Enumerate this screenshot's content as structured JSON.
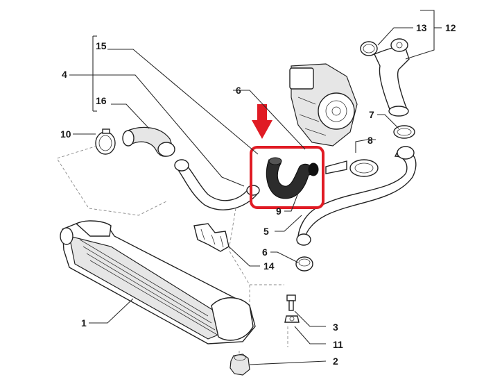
{
  "callouts": [
    "1",
    "2",
    "3",
    "4",
    "5",
    "6",
    "6",
    "7",
    "8",
    "9",
    "10",
    "11",
    "12",
    "13",
    "14",
    "15",
    "16"
  ],
  "highlight": {
    "color": "#e01b24",
    "arrow_color": "#e01b24"
  }
}
